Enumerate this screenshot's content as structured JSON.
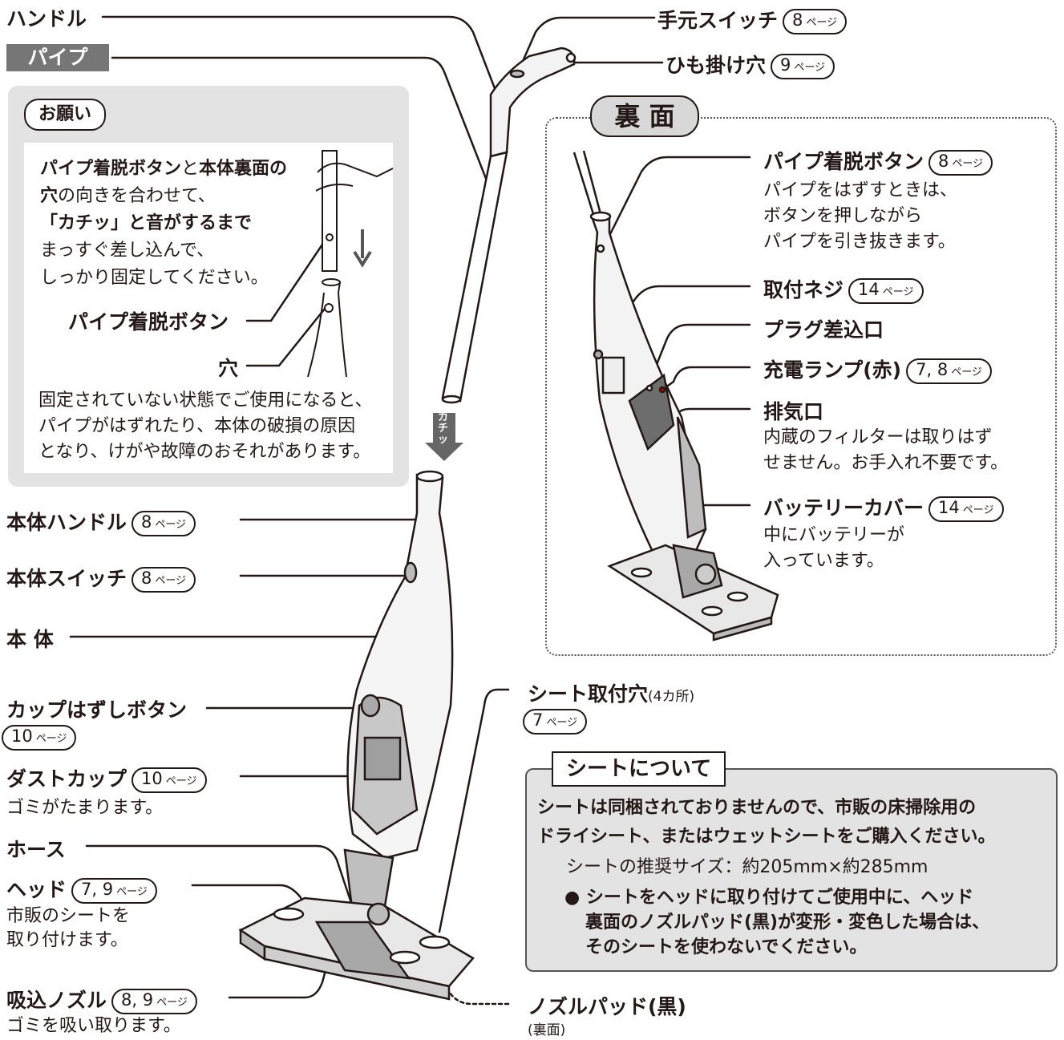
{
  "top": {
    "handle": "ハンドル",
    "pipe": "パイプ",
    "hand_switch": "手元スイッチ",
    "hand_switch_page": "8",
    "string_hole": "ひも掛け穴",
    "string_hole_page": "9",
    "page_suffix": "ページ"
  },
  "notice": {
    "title": "お願い",
    "line1_a": "パイプ着脱ボタン",
    "line1_b": "と",
    "line1_c": "本体裏面の",
    "line2_a": "穴",
    "line2_b": "の向きを合わせて、",
    "line3": "「カチッ」と音がするまで",
    "line4": "まっすぐ差し込んで、",
    "line5": "しっかり固定してください。",
    "button_label": "パイプ着脱ボタン",
    "hole_label": "穴",
    "warn1": "固定されていない状態でご使用になると、",
    "warn2": "パイプがはずれたり、本体の破損の原因",
    "warn3": "となり、けがや故障のおそれがあります。",
    "click": "カチッ"
  },
  "left": {
    "body_handle": "本体ハンドル",
    "body_handle_page": "8",
    "body_switch": "本体スイッチ",
    "body_switch_page": "8",
    "body": "本 体",
    "cup_button": "カップはずしボタン",
    "cup_button_page": "10",
    "dust_cup": "ダストカップ",
    "dust_cup_page": "10",
    "dust_cup_desc": "ゴミがたまります。",
    "hose": "ホース",
    "head": "ヘッド",
    "head_page": "7, 9",
    "head_desc1": "市販のシートを",
    "head_desc2": "取り付けます。",
    "nozzle": "吸込ノズル",
    "nozzle_page": "8, 9",
    "nozzle_desc": "ゴミを吸い取ります。"
  },
  "back": {
    "title": "裏 面",
    "pipe_button": "パイプ着脱ボタン",
    "pipe_button_page": "8",
    "pipe_desc1": "パイプをはずすときは、",
    "pipe_desc2": "ボタンを押しながら",
    "pipe_desc3": "パイプを引き抜きます。",
    "screw": "取付ネジ",
    "screw_page": "14",
    "plug": "プラグ差込口",
    "lamp": "充電ランプ(赤)",
    "lamp_page": "7, 8",
    "exhaust": "排気口",
    "exhaust_desc1": "内蔵のフィルターは取りはず",
    "exhaust_desc2": "せません。お手入れ不要です。",
    "battery": "バッテリーカバー",
    "battery_page": "14",
    "battery_desc1": "中にバッテリーが",
    "battery_desc2": "入っています。"
  },
  "sheet": {
    "hole_label": "シート取付穴",
    "hole_count": "(4カ所)",
    "hole_page": "7",
    "title": "シートについて",
    "line1": "シートは同梱されておりませんので、市販の床掃除用の",
    "line2": "ドライシート、またはウェットシートをご購入ください。",
    "size": "シートの推奨サイズ：約205mm×約285mm",
    "bullet": "●",
    "note1": "シートをヘッドに取り付けてご使用中に、ヘッド",
    "note2": "裏面のノズルパッド(黒)が変形・変色した場合は、",
    "note3": "そのシートを使わないでください。",
    "pad": "ノズルパッド(黒)",
    "pad_sub": "(裏面)"
  }
}
